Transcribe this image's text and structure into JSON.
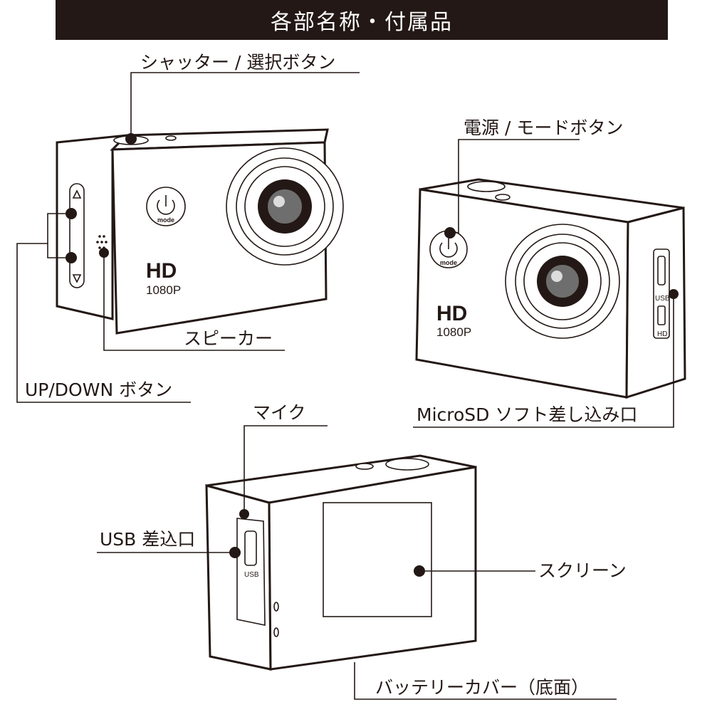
{
  "header": {
    "title": "各部名称・付属品"
  },
  "labels": {
    "shutter": "シャッター / 選択ボタン",
    "power_mode": "電源 / モードボタン",
    "speaker": "スピーカー",
    "up_down": "UP/DOWN ボタン",
    "microsd": "MicroSD ソフト差し込み口",
    "mic": "マイク",
    "usb_port": "USB 差込口",
    "screen": "スクリーン",
    "battery_cover": "バッテリーカバー（底面）"
  },
  "camera_markings": {
    "hd": "HD",
    "resolution": "1080P",
    "mode": "mode",
    "usb": "USB",
    "hdmi": "HD"
  },
  "colors": {
    "ink": "#231815",
    "paper": "#ffffff"
  }
}
